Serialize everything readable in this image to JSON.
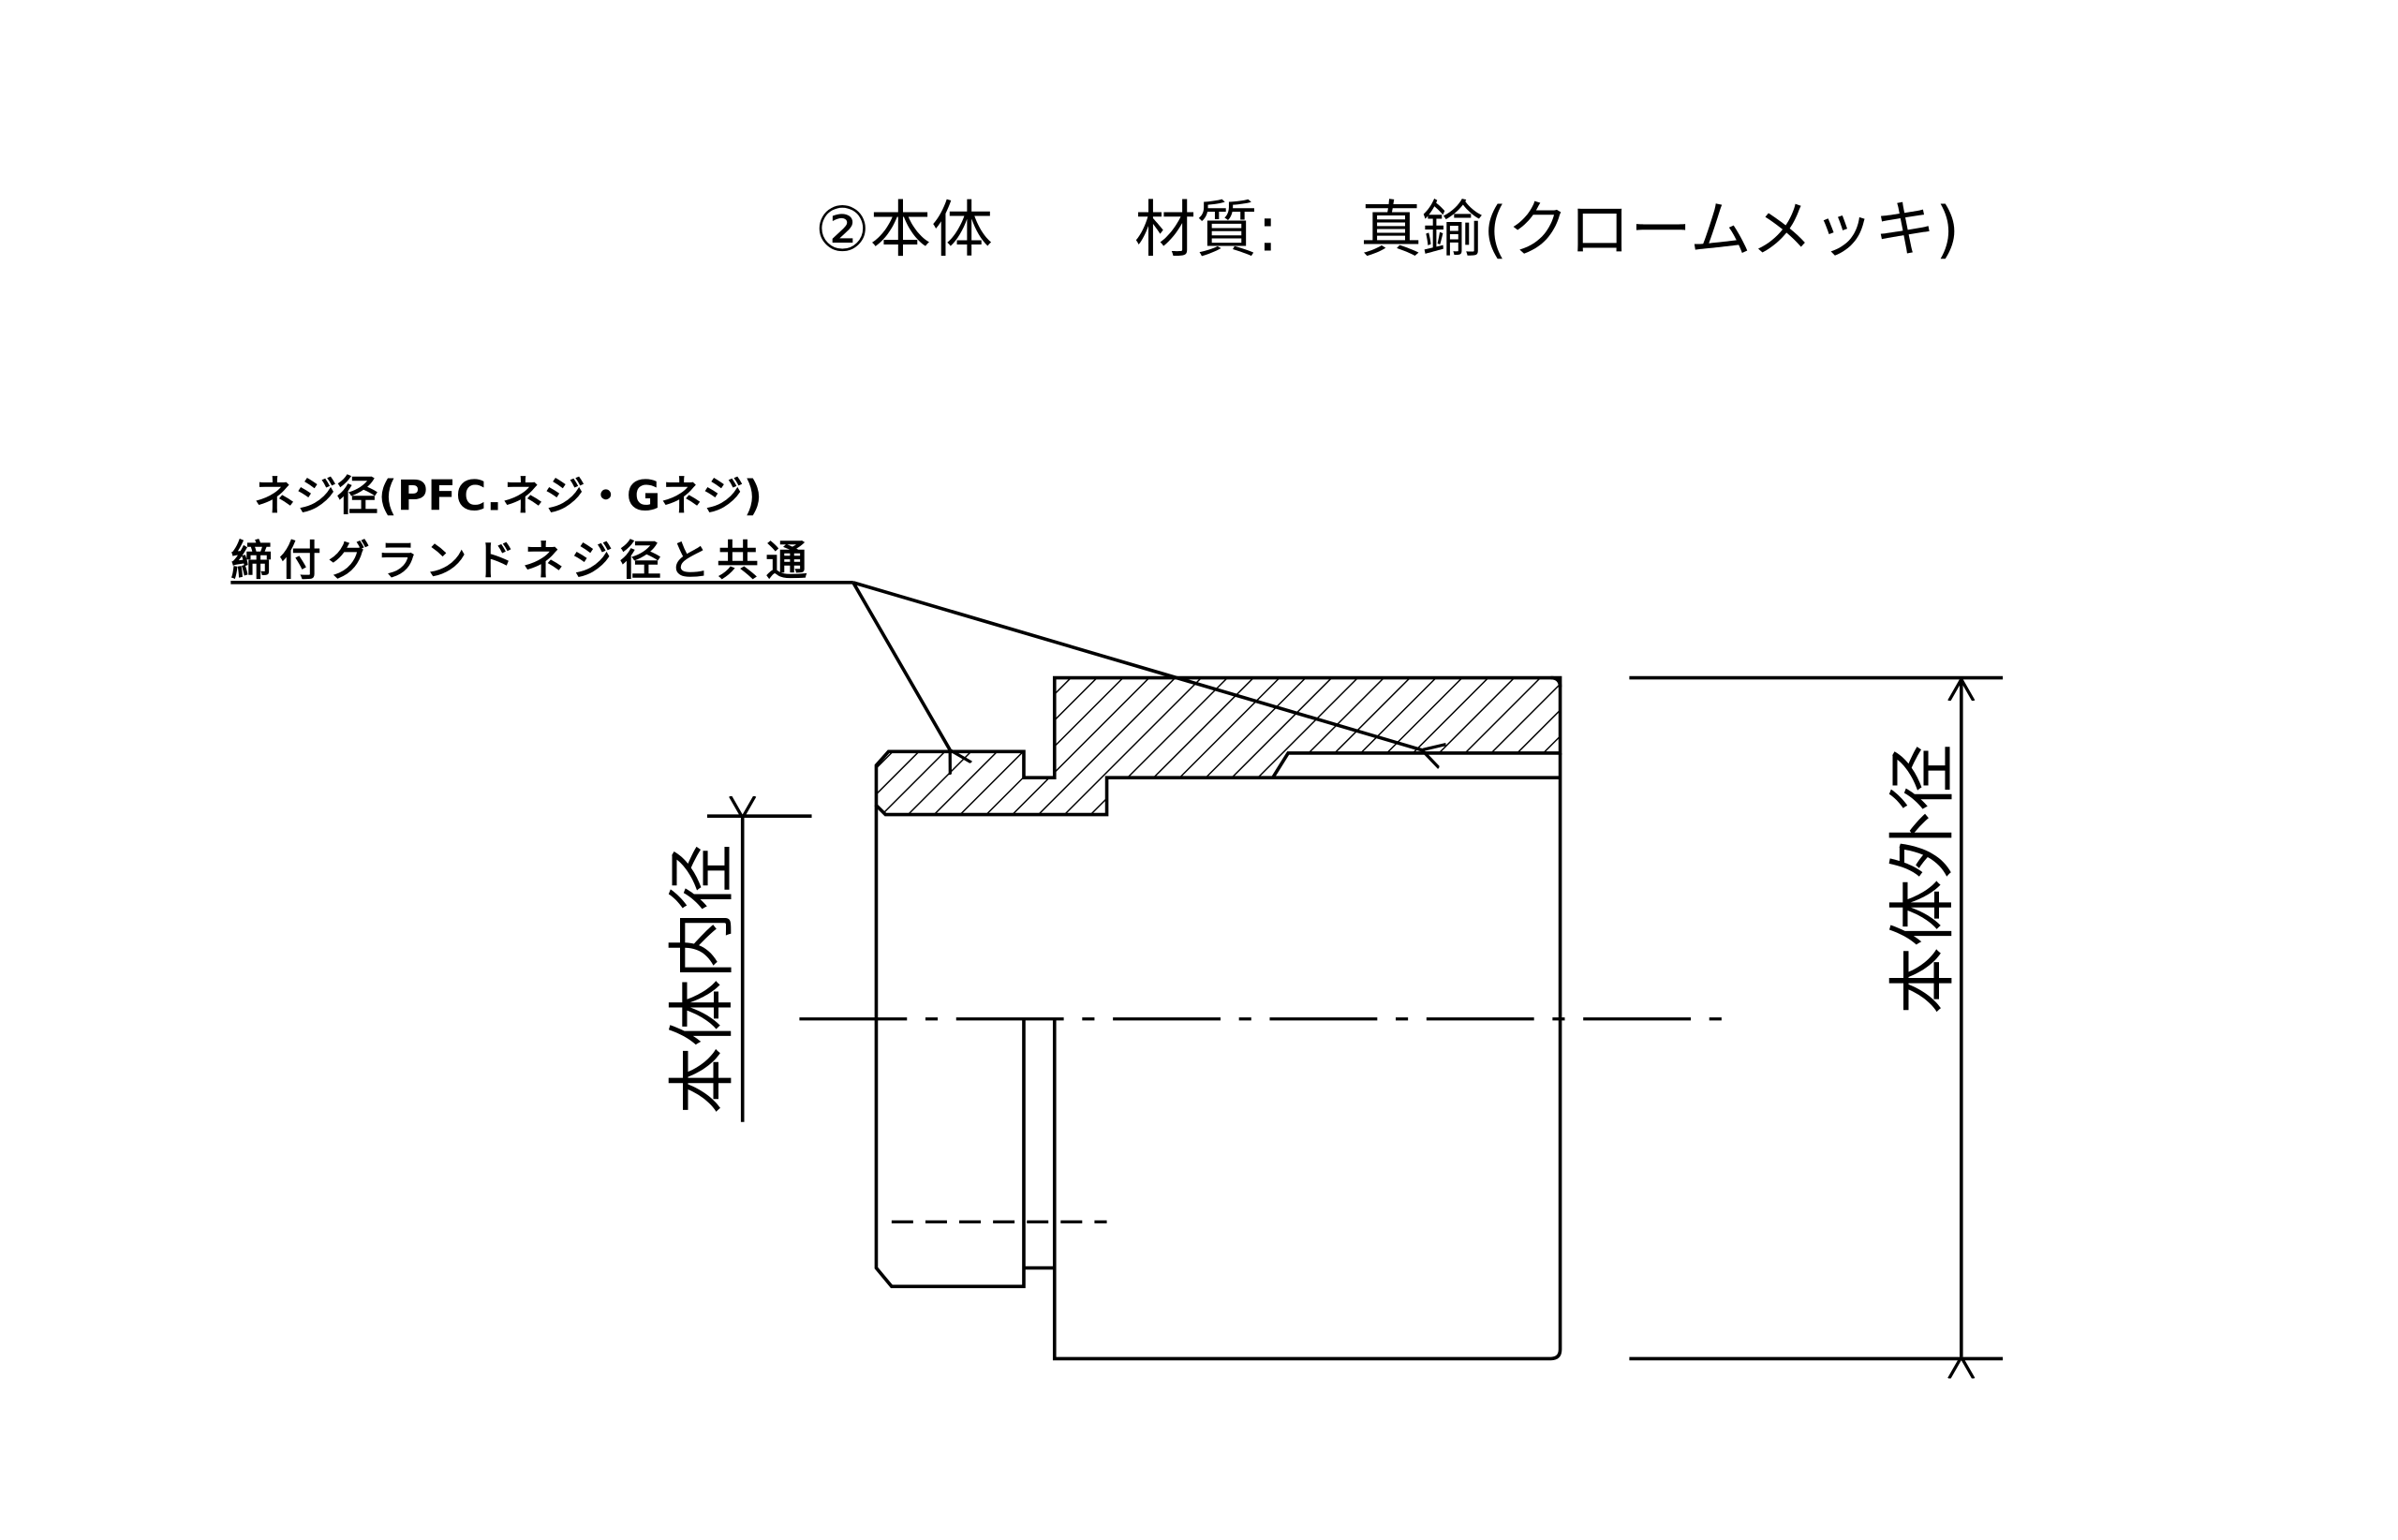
{
  "title": {
    "part": "②本体",
    "material_label": "材質:",
    "material": "真鍮(クロームメッキ)"
  },
  "note": {
    "line1": "ネジ径(PFC.ネジ・Gネジ)",
    "line2": "締付グランドネジ径と共通"
  },
  "dimensions": {
    "inner_diameter": "本体内径",
    "outer_diameter": "本体外径"
  }
}
